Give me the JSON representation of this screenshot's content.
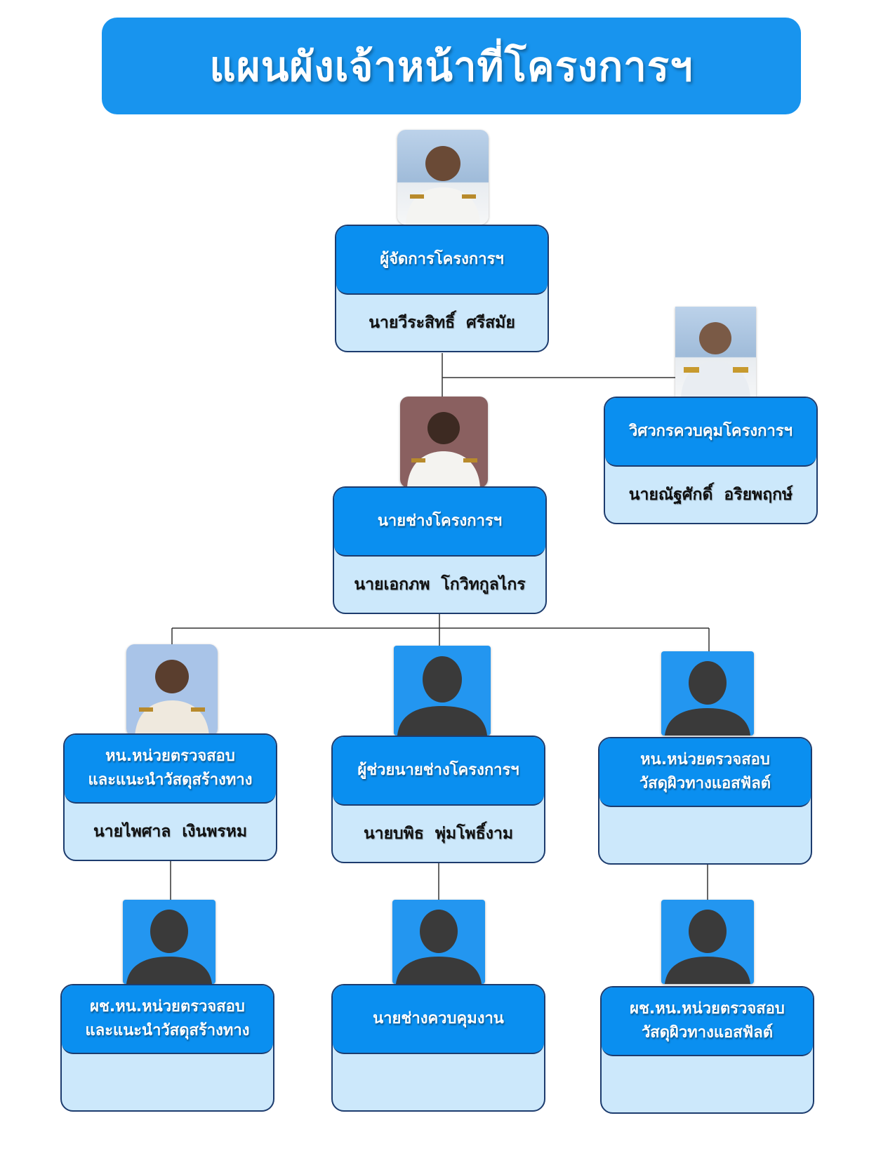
{
  "title": "แผนผังเจ้าหน้าที่โครงการฯ",
  "colors": {
    "title_bg": "#1894ee",
    "role_bg": "#0a8ff0",
    "name_bg": "#cce8fb",
    "border": "#1d3c6e",
    "placeholder_bg": "#2396f0"
  },
  "nodes": [
    {
      "id": "manager",
      "role": "ผู้จัดการโครงการฯ",
      "name": "นายวีระสิทธิ์  ศรีสมัย",
      "photo": "person-photo"
    },
    {
      "id": "control-engineer",
      "role": "วิศวกรควบคุมโครงการฯ",
      "name": "นายณัฐศักดิ์  อริยพฤกษ์",
      "photo": "person-photo"
    },
    {
      "id": "project-engineer",
      "role": "นายช่างโครงการฯ",
      "name": "นายเอกภพ  โกวิทกูลไกร",
      "photo": "person-photo"
    },
    {
      "id": "material-lead",
      "role": "หน.หน่วยตรวจสอบ\nและแนะนำวัสดุสร้างทาง",
      "name": "นายไพศาล  เงินพรหม",
      "photo": "person-photo"
    },
    {
      "id": "assistant-engineer",
      "role": "ผู้ช่วยนายช่างโครงการฯ",
      "name": "นายบพิธ  พุ่มโพธิ์งาม",
      "photo": "silhouette-icon"
    },
    {
      "id": "asphalt-lead",
      "role": "หน.หน่วยตรวจสอบ\nวัสดุผิวทางแอสฟัลต์",
      "name": "",
      "photo": "silhouette-icon"
    },
    {
      "id": "material-assistant",
      "role": "ผช.หน.หน่วยตรวจสอบ\nและแนะนำวัสดุสร้างทาง",
      "name": "",
      "photo": "silhouette-icon"
    },
    {
      "id": "work-supervisor",
      "role": "นายช่างควบคุมงาน",
      "name": "",
      "photo": "silhouette-icon"
    },
    {
      "id": "asphalt-assistant",
      "role": "ผช.หน.หน่วยตรวจสอบ\nวัสดุผิวทางแอสฟัลต์",
      "name": "",
      "photo": "silhouette-icon"
    }
  ]
}
